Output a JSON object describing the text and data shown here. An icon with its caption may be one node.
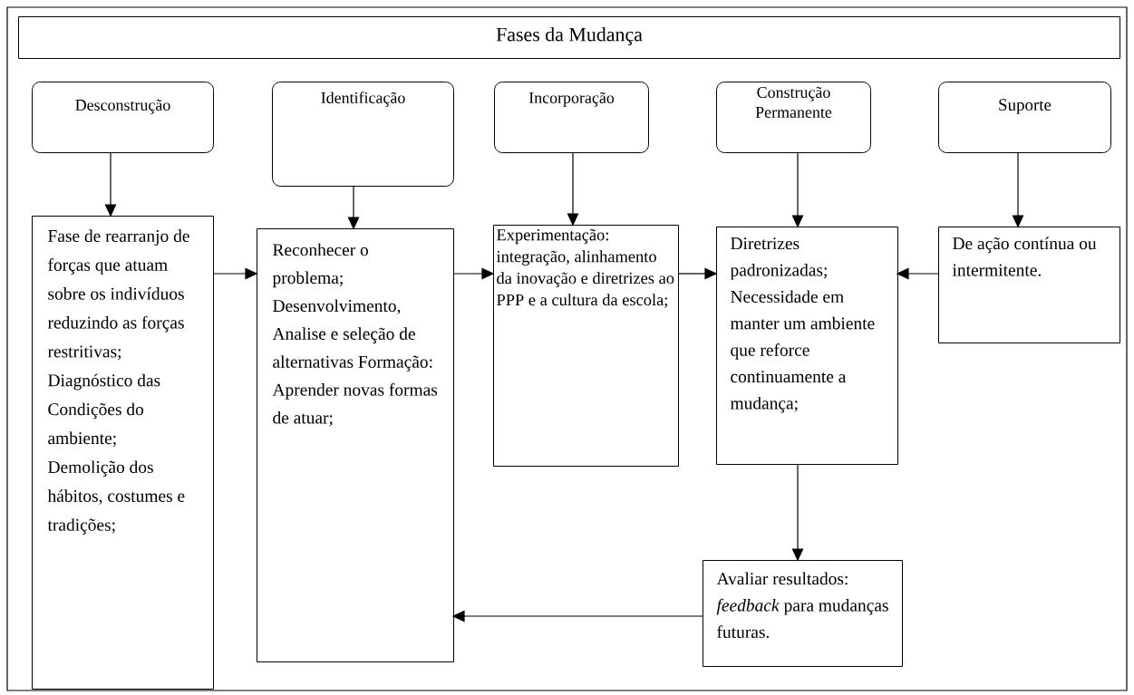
{
  "diagram": {
    "nodes": [
      {
        "text": [
          "Fases da Mudança"
        ]
      },
      {
        "text": [
          "Desconstrução"
        ]
      },
      {
        "text": [
          "Identificação"
        ]
      },
      {
        "text": [
          "Incorporação"
        ]
      },
      {
        "text": [
          "Construção Permanente"
        ]
      },
      {
        "text": [
          "Suporte"
        ]
      },
      {
        "text": [
          "Fase de rearranjo de forças que atuam sobre os indivíduos reduzindo as forças restritivas; Diagnóstico das Condições do ambiente; Demolição dos hábitos, costumes e tradições;"
        ]
      },
      {
        "text": [
          "Reconhecer o problema; Desenvolvimento, Analise e seleção de alternativas Formação: Aprender novas formas de atuar;"
        ]
      },
      {
        "text": [
          "Experimentação: integração, alinhamento da inovação e diretrizes ao PPP e a cultura da escola;"
        ]
      },
      {
        "text": [
          "Diretrizes padronizadas; Necessidade em manter um ambiente que reforce continuamente a mudança;"
        ]
      },
      {
        "text": [
          "De ação contínua ou intermitente."
        ]
      },
      {
        "text": [
          "Avaliar resultados: *feedback* para mudanças futuras."
        ]
      }
    ],
    "edges": [
      {
        "from": 1,
        "to": 6,
        "arrow": "to"
      },
      {
        "from": 2,
        "to": 7,
        "arrow": "to"
      },
      {
        "from": 3,
        "to": 8,
        "arrow": "to"
      },
      {
        "from": 4,
        "to": 9,
        "arrow": "to"
      },
      {
        "from": 5,
        "to": 10,
        "arrow": "to"
      },
      {
        "from": 6,
        "to": 7,
        "arrow": "to"
      },
      {
        "from": 7,
        "to": 8,
        "arrow": "to"
      },
      {
        "from": 8,
        "to": 9,
        "arrow": "to"
      },
      {
        "from": 10,
        "to": 9,
        "arrow": "to"
      },
      {
        "from": 9,
        "to": 11,
        "arrow": "to"
      },
      {
        "from": 11,
        "to": 7,
        "arrow": "to"
      }
    ]
  }
}
